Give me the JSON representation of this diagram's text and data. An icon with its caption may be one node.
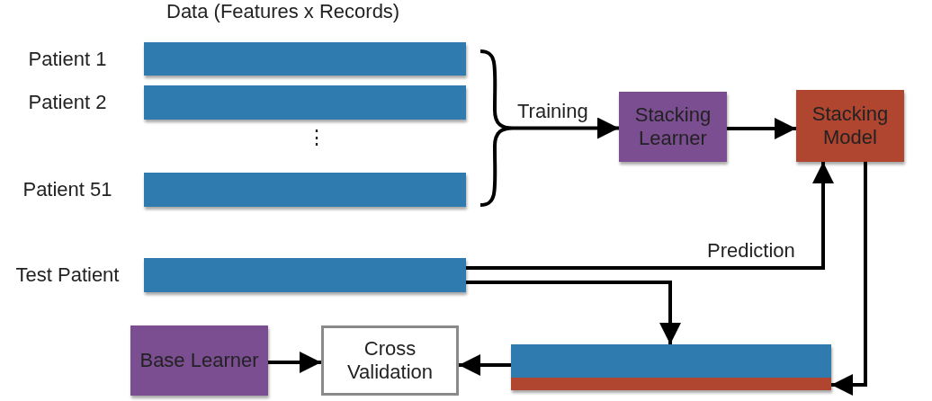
{
  "diagram": {
    "nodes": [
      {
        "text": [],
        "shape": "bar",
        "beside": [
          "Patient 1"
        ]
      },
      {
        "text": [],
        "shape": "bar",
        "beside": [
          "Patient 2"
        ]
      },
      {
        "text": [],
        "shape": "bar",
        "beside": [
          "Patient 51"
        ]
      },
      {
        "text": [],
        "shape": "brace"
      },
      {
        "text": [
          "Stacking Learner"
        ]
      },
      {
        "text": [
          "Stacking Model"
        ]
      },
      {
        "text": [],
        "shape": "bar",
        "beside": [
          "Test Patient"
        ]
      },
      {
        "text": [],
        "shape": "bar"
      },
      {
        "text": [
          "Base Learner"
        ]
      },
      {
        "text": [
          "Cross Validation"
        ]
      }
    ],
    "edges": [
      {
        "from": 3,
        "to": 4,
        "arrow": "to",
        "label": "Training"
      },
      {
        "from": 4,
        "to": 5,
        "arrow": "to"
      },
      {
        "from": 6,
        "to": 5,
        "arrow": "to",
        "label": "Prediction"
      },
      {
        "from": 6,
        "to": 7,
        "arrow": "to"
      },
      {
        "from": 5,
        "to": 7,
        "arrow": "to"
      },
      {
        "from": 7,
        "to": 9,
        "arrow": "to"
      },
      {
        "from": 8,
        "to": 9,
        "arrow": "to"
      }
    ],
    "labels": [
      "Data (Features x Records)",
      "⋮"
    ]
  }
}
